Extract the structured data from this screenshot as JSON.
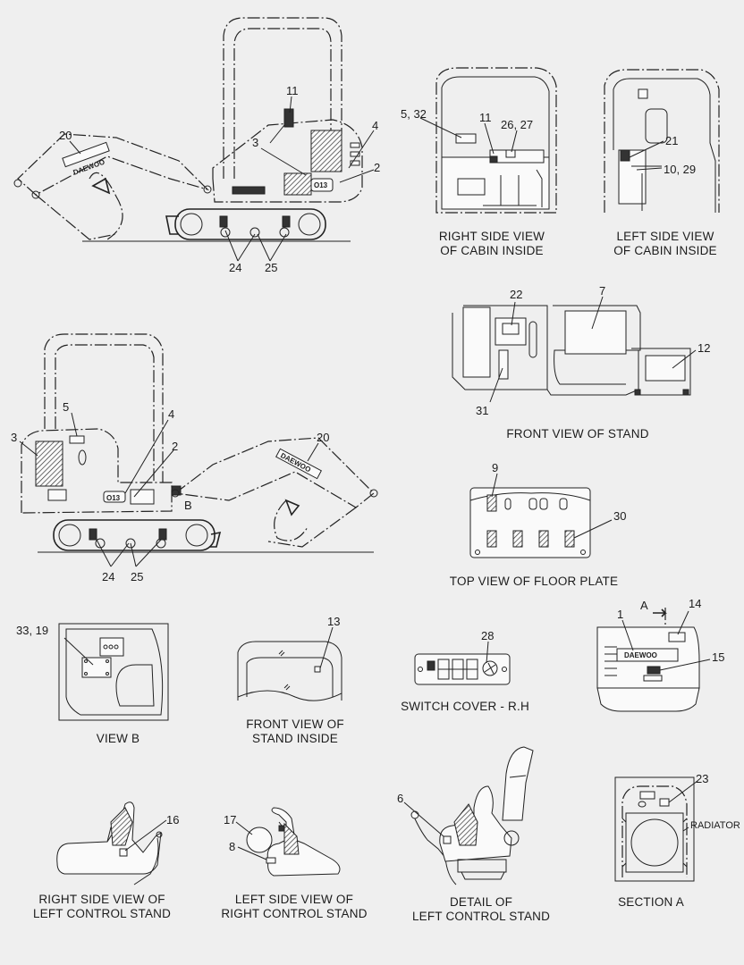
{
  "captions": {
    "right_side_cabin": "RIGHT SIDE VIEW\nOF CABIN INSIDE",
    "left_side_cabin": "LEFT SIDE VIEW\nOF CABIN INSIDE",
    "front_view_stand": "FRONT VIEW OF STAND",
    "top_view_floor": "TOP VIEW OF FLOOR PLATE",
    "view_b": "VIEW  B",
    "front_view_stand_inside": "FRONT VIEW OF\nSTAND INSIDE",
    "switch_cover": "SWITCH COVER - R.H",
    "right_side_left_stand": "RIGHT SIDE VIEW OF\nLEFT CONTROL STAND",
    "left_side_right_stand": "LEFT SIDE VIEW OF\nRIGHT CONTROL STAND",
    "detail_left_stand": "DETAIL OF\nLEFT CONTROL STAND",
    "section_a": "SECTION  A"
  },
  "callouts": {
    "top": {
      "c20": "20",
      "c11": "11",
      "c3": "3",
      "c4": "4",
      "c2": "2",
      "c24": "24",
      "c25": "25"
    },
    "right_cabin": {
      "c5_32": "5, 32",
      "c11": "11",
      "c26_27": "26, 27"
    },
    "left_cabin": {
      "c21": "21",
      "c10_29": "10, 29"
    },
    "stand": {
      "c22": "22",
      "c7": "7",
      "c12": "12",
      "c31": "31"
    },
    "left": {
      "c5": "5",
      "c4": "4",
      "c3": "3",
      "c2": "2",
      "c20": "20",
      "cB": "B",
      "c24": "24",
      "c25": "25"
    },
    "floor": {
      "c9": "9",
      "c30": "30"
    },
    "view_b": {
      "c33_19": "33, 19"
    },
    "stand_inside": {
      "c13": "13"
    },
    "switch": {
      "c28": "28"
    },
    "rear": {
      "c1": "1",
      "cA": "A",
      "c14": "14",
      "c15": "15"
    },
    "seat_r": {
      "c16": "16"
    },
    "seat_l": {
      "c17": "17",
      "c8": "8"
    },
    "seat_d": {
      "c6": "6"
    },
    "section": {
      "c23": "23",
      "radiator": "RADIATOR"
    }
  },
  "decals": {
    "brand": "DAEWOO",
    "model": "O13"
  }
}
